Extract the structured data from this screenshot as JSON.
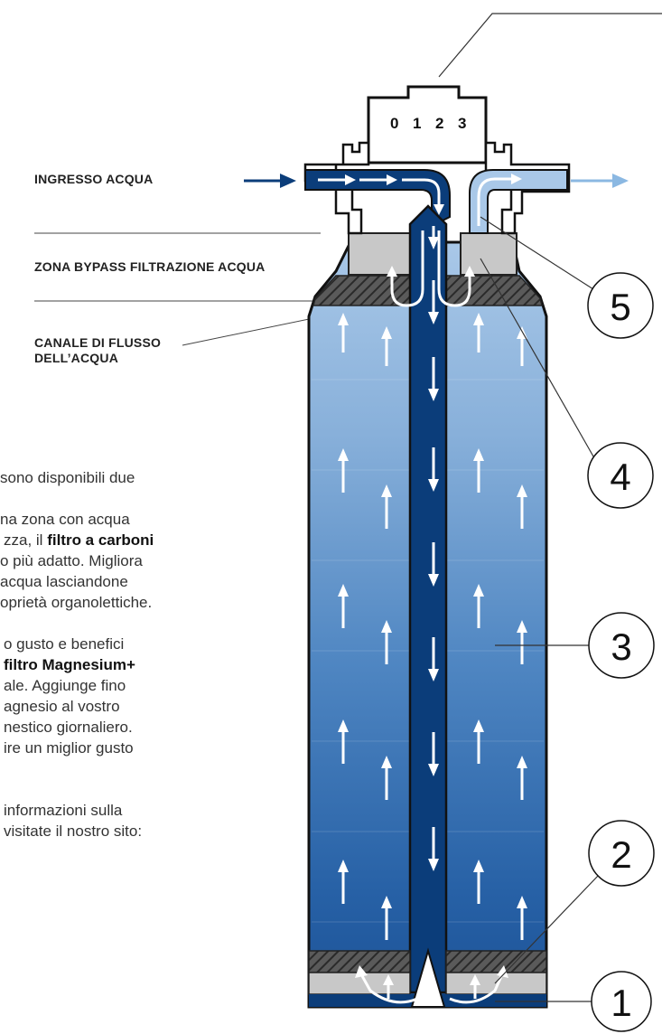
{
  "labels": {
    "inlet": "INGRESSO ACQUA",
    "bypass": "ZONA BYPASS FILTRAZIONE ACQUA",
    "channel_line1": "CANALE DI FLUSSO",
    "channel_line2": "DELL’ACQUA"
  },
  "dial_numbers": [
    "0",
    "1",
    "2",
    "3"
  ],
  "callouts": [
    "1",
    "2",
    "3",
    "4",
    "5"
  ],
  "text": {
    "p1": [
      "sono disponibili due"
    ],
    "p2": [
      "na zona con acqua",
      "zza, il ",
      "filtro a carboni",
      "o più adatto. Migliora",
      "acqua lasciandone",
      "oprietà organolettiche."
    ],
    "p3": [
      "o gusto e benefici",
      "filtro Magnesium+",
      "ale. Aggiunge fino",
      "agnesio al vostro",
      "nestico giornaliero.",
      "ire un miglior gusto"
    ],
    "p4": [
      "informazioni sulla",
      "visitate il nostro sito:"
    ]
  },
  "colors": {
    "dark_blue": "#0b3d7a",
    "mid_blue": "#2d6db3",
    "light_blue": "#a9c8e8",
    "outflow_arrow": "#8bb8e2",
    "cap_gray": "#c8c8c8",
    "hatch": "#3a3a3a"
  }
}
